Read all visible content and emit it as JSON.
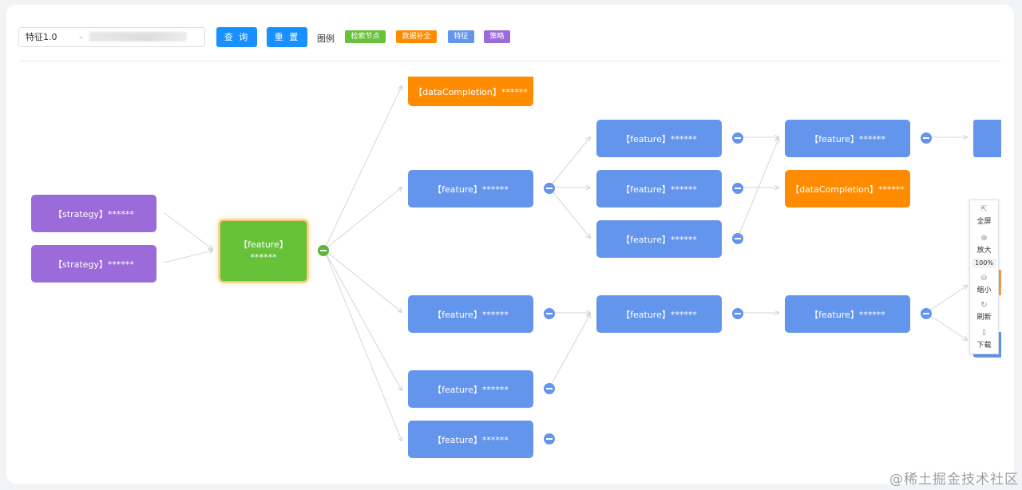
{
  "toolbar": {
    "version_select": "特征1.0",
    "query_button": "查 询",
    "reset_button": "重 置",
    "legend_label": "图例",
    "legend": [
      {
        "label": "检索节点",
        "color": "#67c23a"
      },
      {
        "label": "数据补全",
        "color": "#ff8c00"
      },
      {
        "label": "特征",
        "color": "#6495ed"
      },
      {
        "label": "策略",
        "color": "#9b6bd9"
      }
    ]
  },
  "nodes": {
    "root": {
      "type": "【feature】",
      "value": "******"
    },
    "strategy_1": "【strategy】******",
    "strategy_2": "【strategy】******",
    "dc_top": "【dataCompletion】******",
    "feat_mid_1": "【feature】******",
    "feat_mid_2": "【feature】******",
    "feat_mid_3": "【feature】******",
    "feat_mid_4": "【feature】******",
    "feat_l3_1": "【feature】******",
    "feat_l3_2": "【feature】******",
    "feat_l3_3": "【feature】******",
    "feat_l3_4": "【feature】******",
    "feat_l4_1": "【feature】******",
    "dc_l4": "【dataCompletion】******",
    "feat_l4_2": "【feature】******"
  },
  "zoom_panel": {
    "fullscreen": "全屏",
    "zoom_in": "放大",
    "zoom_level": "100%",
    "zoom_out": "缩小",
    "refresh": "刷新",
    "download": "下载"
  },
  "colors": {
    "feature": "#6495ed",
    "strategy": "#9b6bd9",
    "dataCompletion": "#ff8c00",
    "search": "#67c23a",
    "primary": "#1890ff"
  },
  "watermark": "@稀土掘金技术社区"
}
